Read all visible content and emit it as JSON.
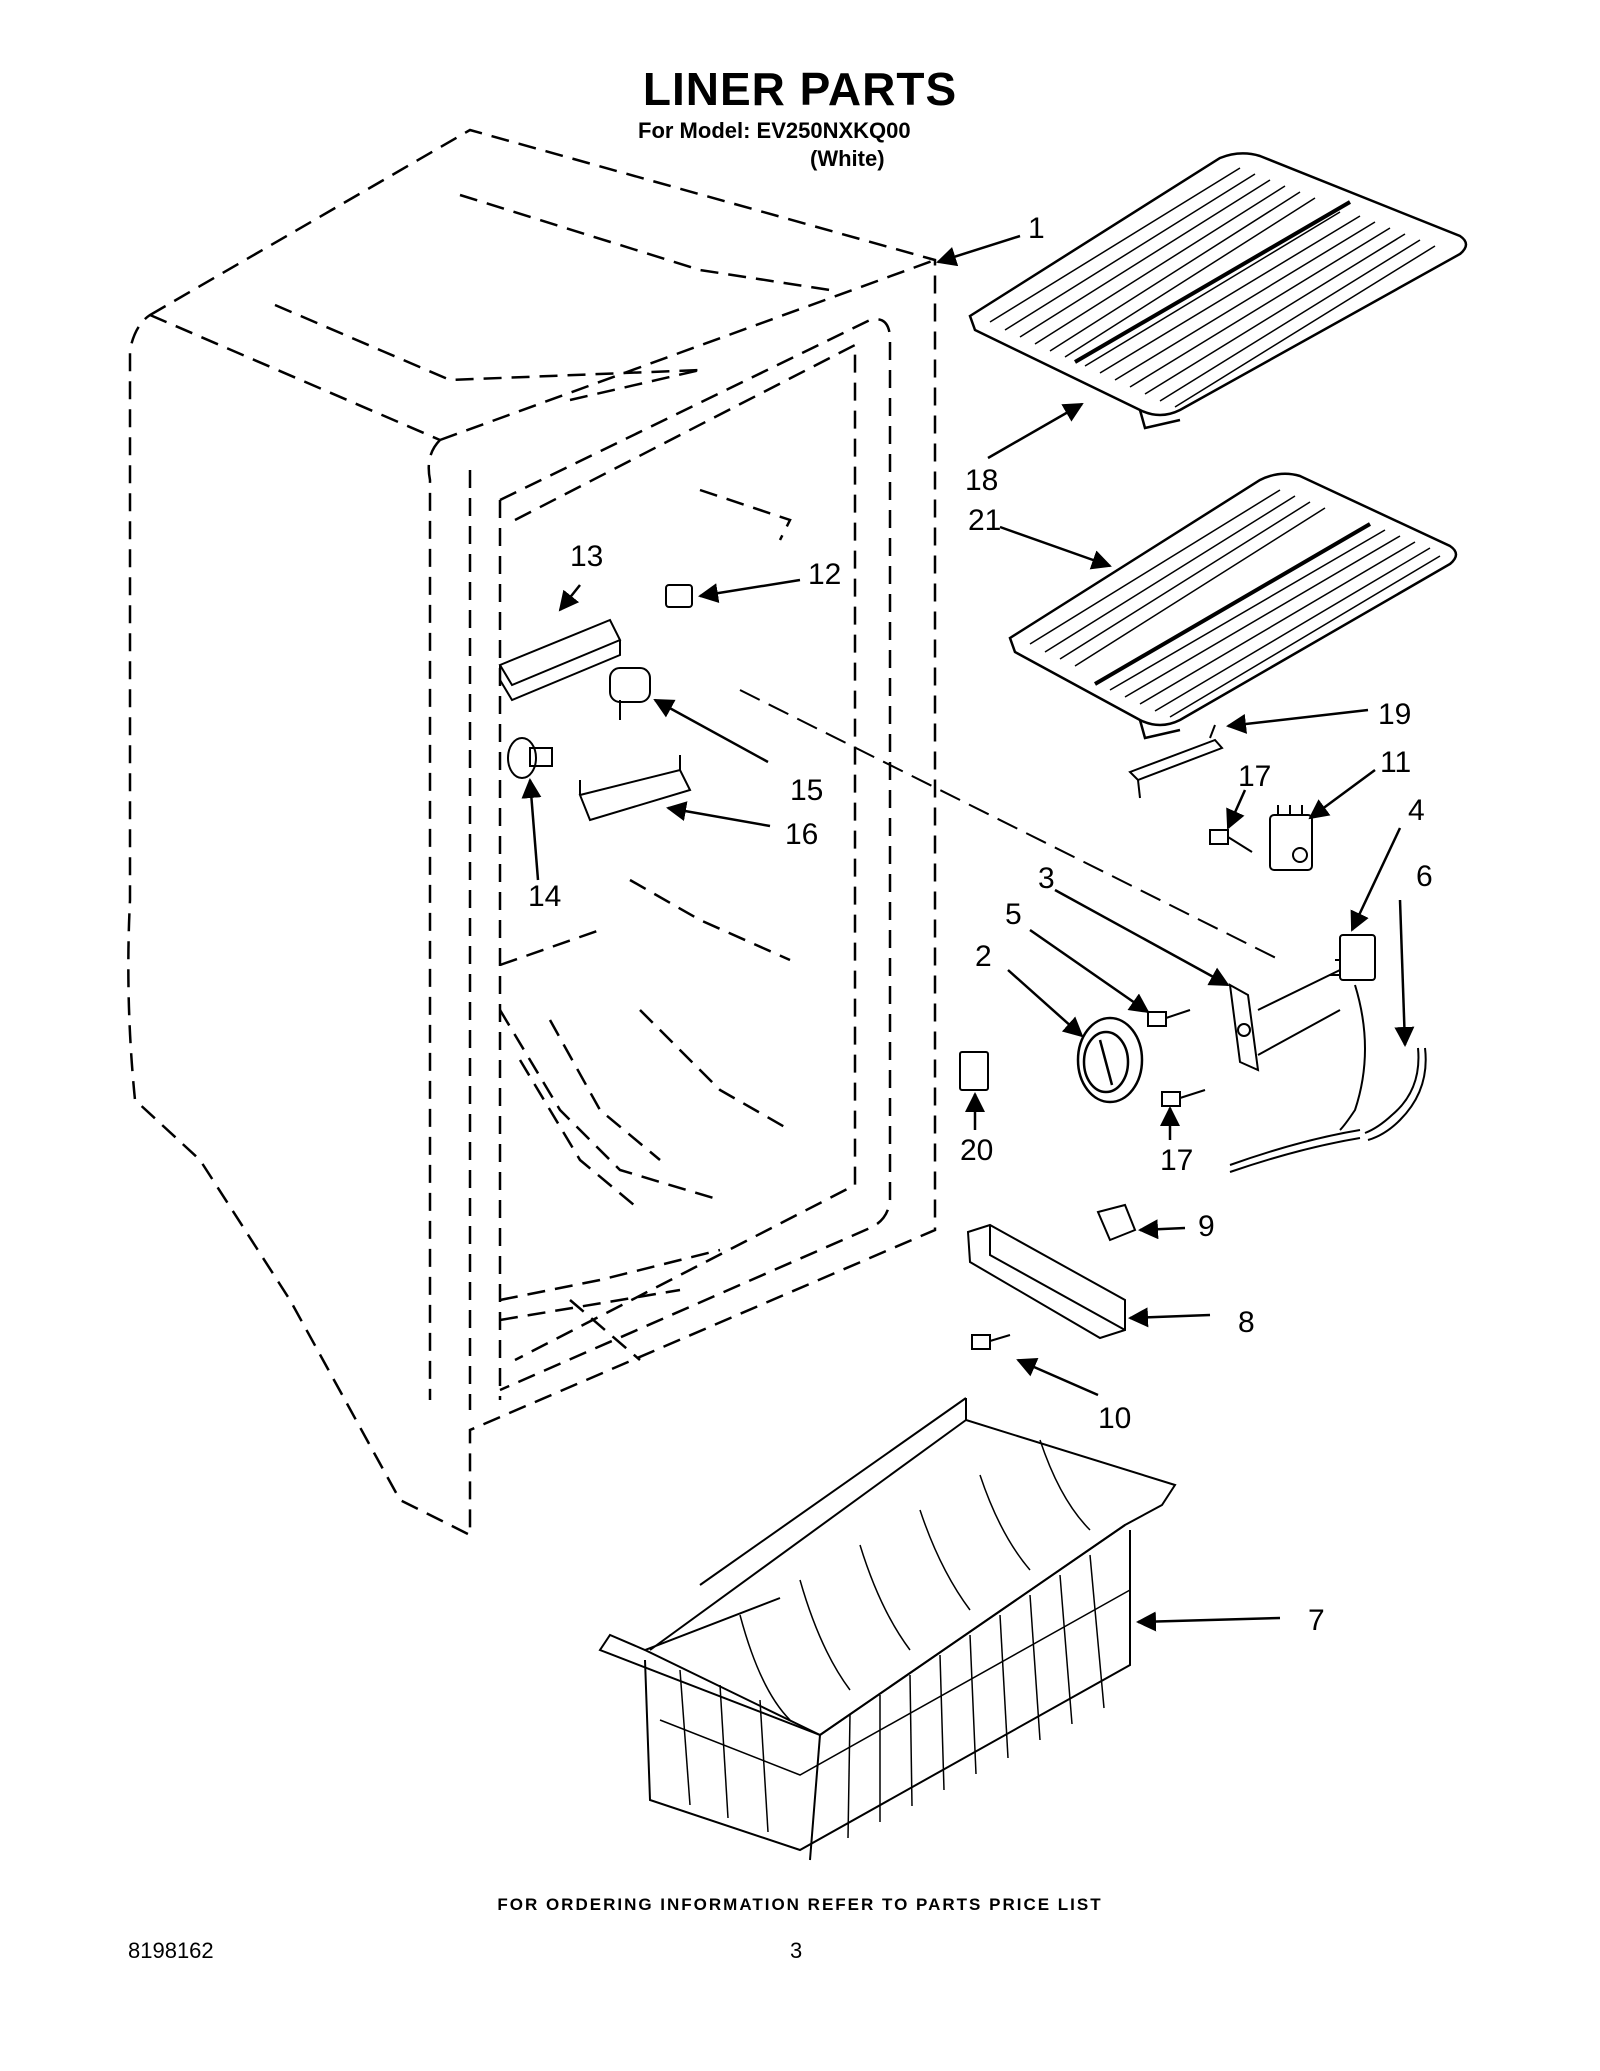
{
  "header": {
    "title": "LINER PARTS",
    "model_line": "For Model: EV250NXKQ00",
    "variant": "(White)"
  },
  "callouts": {
    "p1": "1",
    "p2": "2",
    "p3": "3",
    "p4": "4",
    "p5": "5",
    "p6": "6",
    "p7": "7",
    "p8": "8",
    "p9": "9",
    "p10": "10",
    "p11": "11",
    "p12": "12",
    "p13": "13",
    "p14": "14",
    "p15": "15",
    "p16": "16",
    "p17a": "17",
    "p17b": "17",
    "p18": "18",
    "p19": "19",
    "p20": "20",
    "p21": "21"
  },
  "footer": {
    "note": "FOR ORDERING INFORMATION REFER TO PARTS PRICE LIST",
    "doc_number": "8198162",
    "page": "3"
  }
}
